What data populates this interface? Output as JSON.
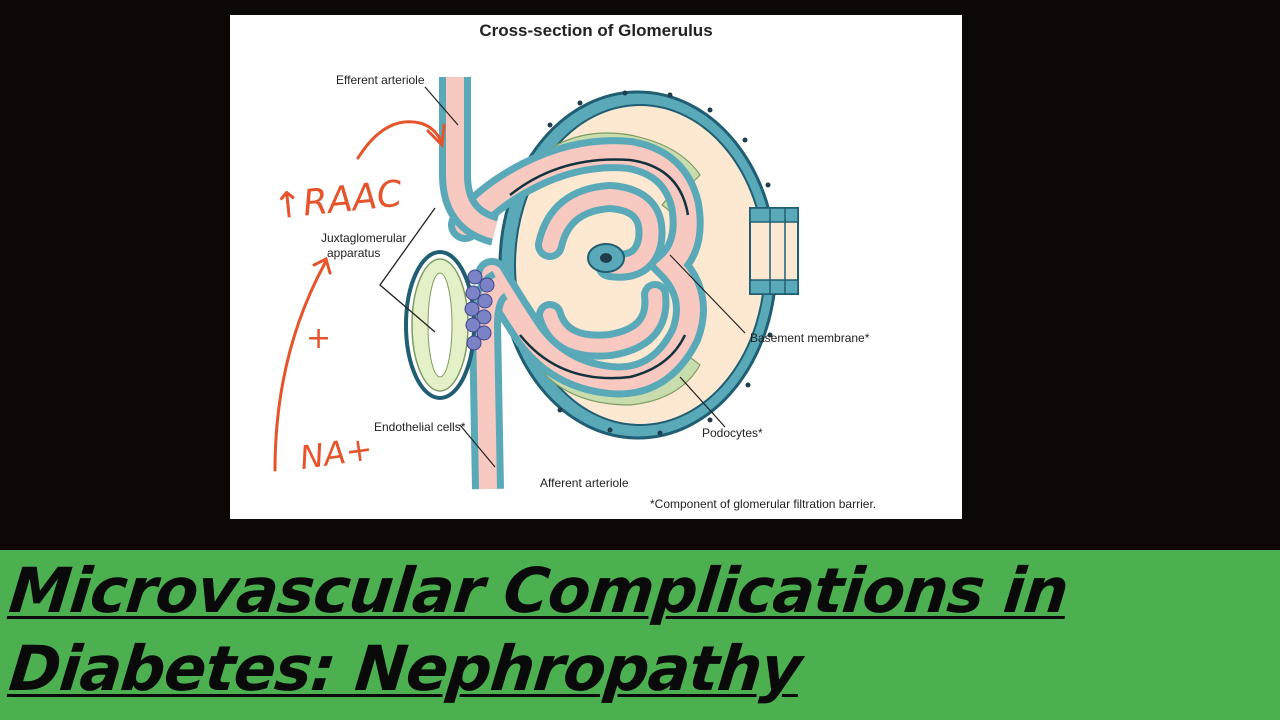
{
  "diagram": {
    "title": "Cross-section of Glomerulus",
    "labels": {
      "efferent": "Efferent arteriole",
      "juxta_1": "Juxtaglomerular",
      "juxta_2": "apparatus",
      "endothelial": "Endothelial cells*",
      "afferent": "Afferent arteriole",
      "basement": "Basement membrane*",
      "podocytes": "Podocytes*",
      "footnote": "*Component of glomerular filtration barrier."
    },
    "annotations": {
      "raac": "↑RAAC",
      "plus": "+",
      "na": "NA+"
    },
    "colors": {
      "capsule": "#fde9d2",
      "cells": "#5aa9b8",
      "outline": "#1f5e73",
      "vessel": "#f7c9c0",
      "podocyte": "#c8dcae",
      "juxta": "#7b83c6",
      "handwriting": "#e5542b"
    }
  },
  "banner": {
    "line1": "Microvascular Complications in",
    "line2": "Diabetes: Nephropathy",
    "background": "#4caf50"
  }
}
